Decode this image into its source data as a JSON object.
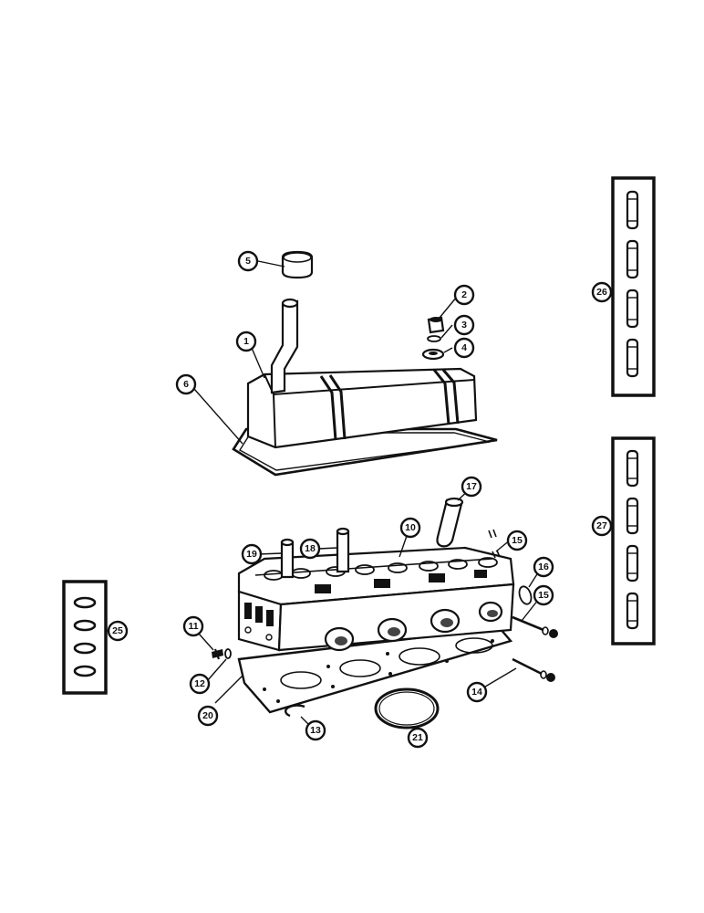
{
  "diagram": {
    "callouts": [
      {
        "id": "c1",
        "label": "1"
      },
      {
        "id": "c2",
        "label": "2"
      },
      {
        "id": "c3",
        "label": "3"
      },
      {
        "id": "c4",
        "label": "4"
      },
      {
        "id": "c5",
        "label": "5"
      },
      {
        "id": "c6",
        "label": "6"
      },
      {
        "id": "c10",
        "label": "10"
      },
      {
        "id": "c11",
        "label": "11"
      },
      {
        "id": "c12",
        "label": "12"
      },
      {
        "id": "c13",
        "label": "13"
      },
      {
        "id": "c14",
        "label": "14"
      },
      {
        "id": "c15a",
        "label": "15"
      },
      {
        "id": "c15b",
        "label": "15"
      },
      {
        "id": "c16",
        "label": "16"
      },
      {
        "id": "c17",
        "label": "17"
      },
      {
        "id": "c18",
        "label": "18"
      },
      {
        "id": "c19",
        "label": "19"
      },
      {
        "id": "c20",
        "label": "20"
      },
      {
        "id": "c21",
        "label": "21"
      },
      {
        "id": "c25",
        "label": "25"
      },
      {
        "id": "c26",
        "label": "26"
      },
      {
        "id": "c27",
        "label": "27"
      }
    ]
  },
  "colors": {
    "ink": "#111111",
    "paper": "#ffffff"
  }
}
